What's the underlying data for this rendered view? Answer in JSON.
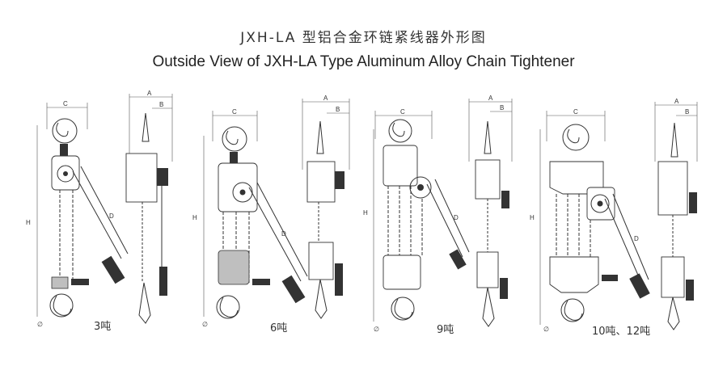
{
  "title_cn": "JXH-LA 型铝合金环链紧线器外形图",
  "title_en": "Outside View of JXH-LA Type Aluminum Alloy Chain Tightener",
  "dimension_labels": {
    "a": "A",
    "b": "B",
    "c": "C",
    "h": "H",
    "d": "D",
    "phi": "∅"
  },
  "models": [
    {
      "caption": "3吨"
    },
    {
      "caption": "6吨"
    },
    {
      "caption": "9吨"
    },
    {
      "caption": "10吨、12吨"
    }
  ]
}
